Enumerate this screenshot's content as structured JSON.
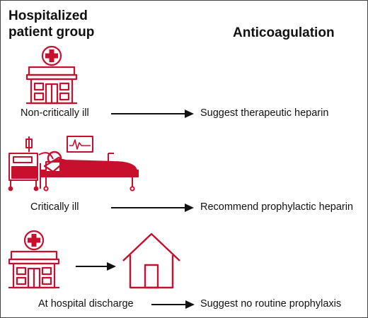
{
  "headers": {
    "patient_group_line1": "Hospitalized",
    "patient_group_line2": "patient group",
    "anticoagulation": "Anticoagulation"
  },
  "rows": [
    {
      "group": "Non-critically ill",
      "recommendation": "Suggest therapeutic heparin",
      "icon": "hospital-icon"
    },
    {
      "group": "Critically ill",
      "recommendation": "Recommend prophylactic heparin",
      "icon": "icu-bed-icon"
    },
    {
      "group": "At hospital discharge",
      "recommendation": "Suggest no routine prophylaxis",
      "icon": "hospital-to-home-icon"
    }
  ],
  "colors": {
    "icon": "#c8102e",
    "text": "#111111",
    "arrow": "#111111",
    "border": "#444444"
  }
}
